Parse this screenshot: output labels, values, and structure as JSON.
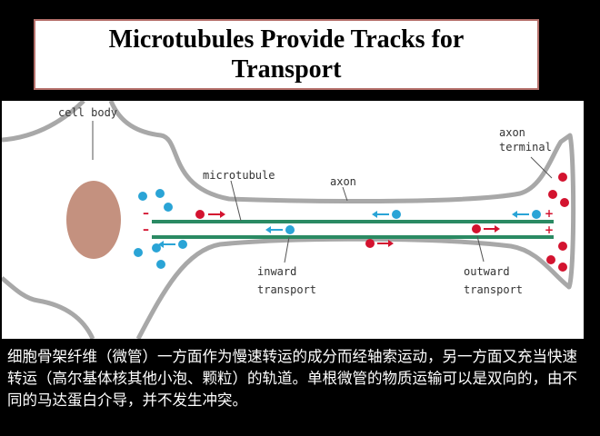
{
  "slide": {
    "title": "Microtubules Provide Tracks for\nTransport",
    "caption": "细胞骨架纤维（微管）一方面作为慢速转运的成分而经轴索运动，另一方面又充当快速转运（高尔基体核其他小泡、颗粒）的轨道。单根微管的物质运输可以是双向的，由不同的马达蛋白介导，并不发生冲突。"
  },
  "diagram": {
    "labels": {
      "cell_body": "cell body",
      "microtubule": "microtubule",
      "axon": "axon",
      "axon_terminal_1": "axon",
      "axon_terminal_2": "terminal",
      "inward_1": "inward",
      "inward_2": "transport",
      "outward_1": "outward",
      "outward_2": "transport",
      "minus": "–",
      "plus": "+"
    },
    "colors": {
      "membrane": "#a8a8a8",
      "nucleus": "#c4917f",
      "microtubule": "#2a8a63",
      "inward_vesicle": "#2aa4d6",
      "outward_vesicle": "#d3132f"
    }
  }
}
